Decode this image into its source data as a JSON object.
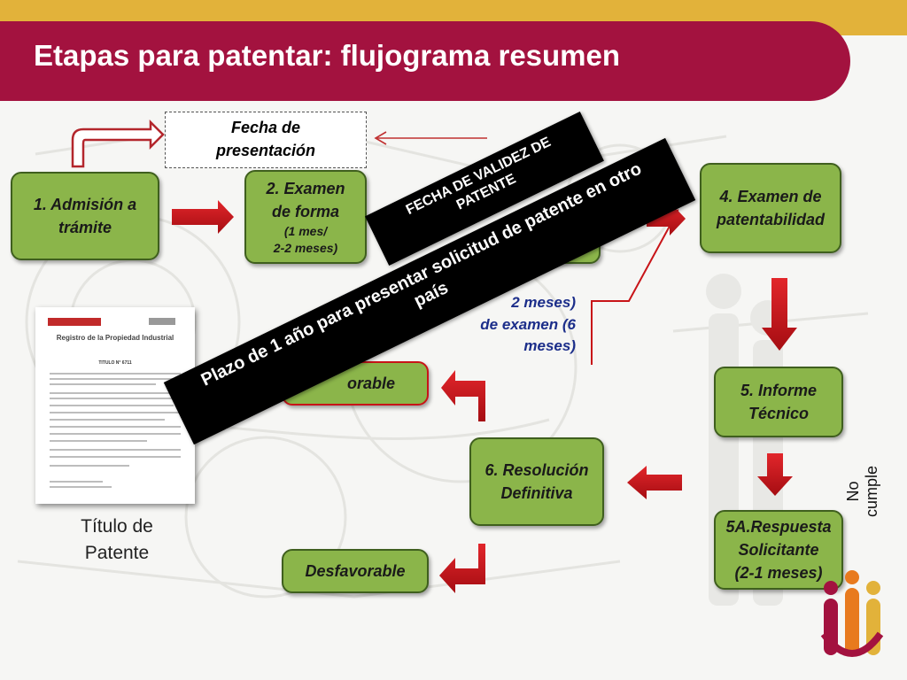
{
  "header": {
    "title": "Etapas para patentar: flujograma resumen"
  },
  "fecha_presentacion": {
    "line1": "Fecha de",
    "line2": "presentación"
  },
  "nodes": {
    "n1": {
      "line1": "1. Admisión a",
      "line2": "trámite"
    },
    "n2": {
      "line1": "2. Examen",
      "line2": "de forma",
      "line3": "(1 mes/",
      "line4": "2-2 meses)"
    },
    "n4": {
      "line1": "4. Examen de",
      "line2": "patentabilidad"
    },
    "n5": {
      "line1": "5. Informe",
      "line2": "Técnico"
    },
    "n5a": {
      "line1": "5A.Respuesta",
      "line2": "Solicitante",
      "line3": "(2-1 meses)"
    },
    "n6": {
      "line1": "6. Resolución",
      "line2": "Definitiva"
    },
    "fav": {
      "label": "orable"
    },
    "desfav": {
      "label": "Desfavorable"
    }
  },
  "blue_note": {
    "line1": "2 meses)",
    "line2": "de examen (6",
    "line3": "meses)"
  },
  "certificate": {
    "heading": "Registro de la Propiedad Industrial",
    "number": "TITULO N° 6711"
  },
  "titulo_patente": {
    "line1": "Título de",
    "line2": "Patente"
  },
  "banners": {
    "validez": {
      "line1": "FECHA DE VALIDEZ DE",
      "line2": "PATENTE"
    },
    "plazo": {
      "line1": "Plazo de 1 año para presentar solicitud de patente en otro",
      "line2": "país"
    }
  },
  "side_label": "No cumple",
  "colors": {
    "brand_red": "#a3123f",
    "brand_gold": "#e2b23a",
    "node_green": "#8bb54a",
    "arrow_red": "#c81418"
  }
}
